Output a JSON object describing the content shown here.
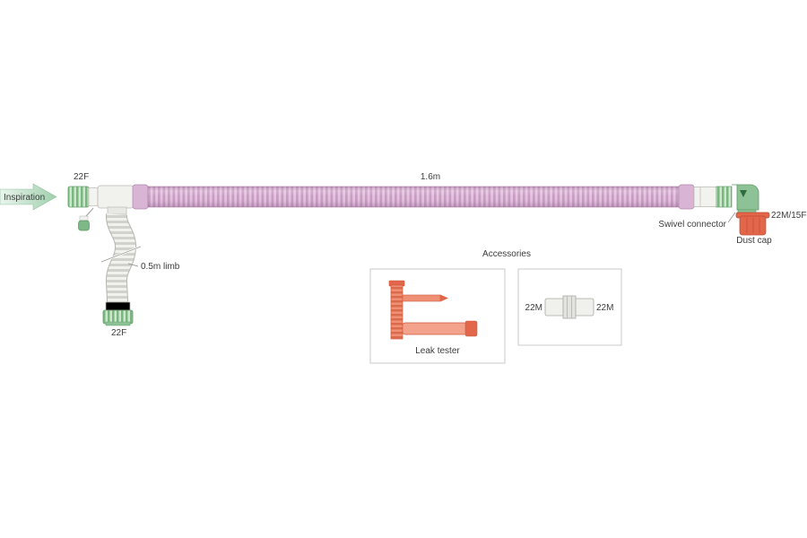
{
  "diagram": {
    "flow_label": "Inspiration",
    "inlet_connector_label": "22F",
    "tube_length_label": "1.6m",
    "swivel_connector_label": "Swivel connector",
    "outlet_connector_label": "22M/15F",
    "dust_cap_label": "Dust cap",
    "limb_label": "0.5m limb",
    "limb_connector_label": "22F"
  },
  "accessories": {
    "title": "Accessories",
    "leak_tester_label": "Leak tester",
    "coupler_left_label": "22M",
    "coupler_right_label": "22M"
  },
  "colors": {
    "tube_pink": "#d9b4d4",
    "connector_green": "#7db886",
    "cap_orange": "#e2664a",
    "arrow_green": "#a8d4b6",
    "label_text": "#3c3c3c"
  },
  "icons": {
    "flow_direction_arrow": "down-triangle"
  }
}
